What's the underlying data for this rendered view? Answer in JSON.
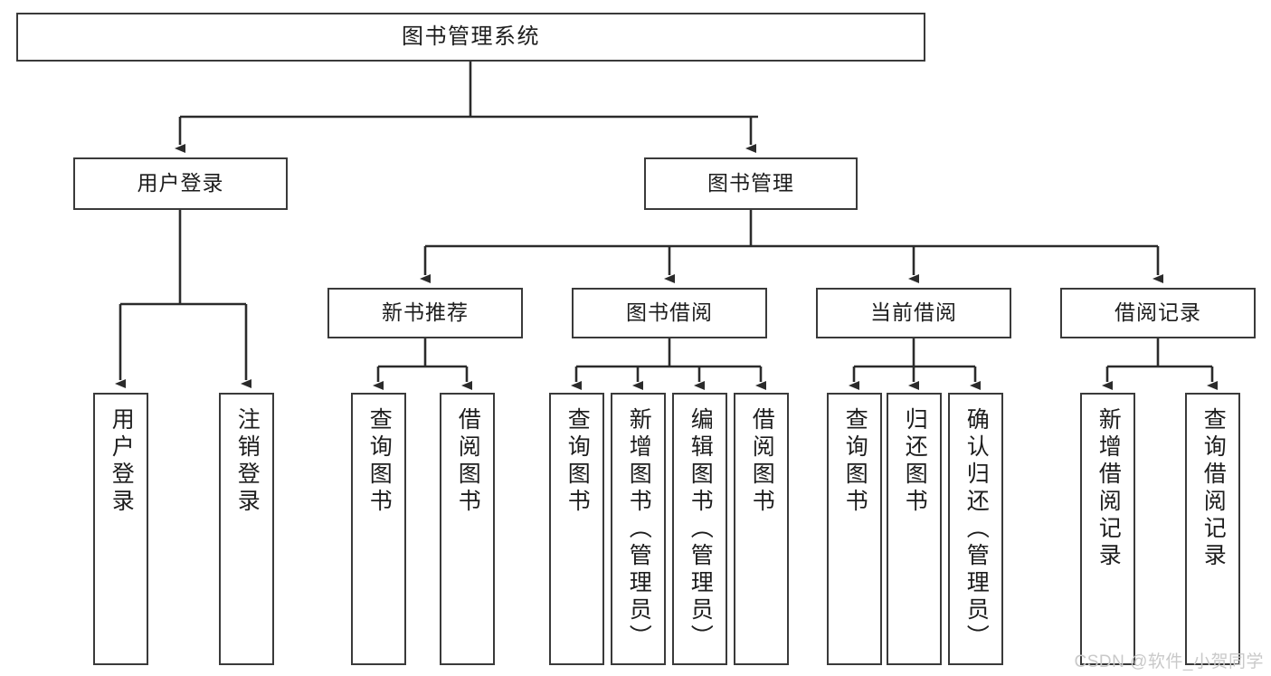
{
  "diagram": {
    "title": "图书管理系统",
    "type": "functional-structure-tree",
    "watermark": "CSDN @软件_小贺同学",
    "colors": {
      "box_border": "#3a3a3a",
      "box_fill": "#ffffff",
      "connector": "#2b2b2b",
      "text": "#1d1d1d",
      "watermark": "#c9c9c9"
    },
    "nodes": {
      "root": {
        "label": "图书管理系统"
      },
      "level2": [
        {
          "id": "user-login",
          "label": "用户登录"
        },
        {
          "id": "book-management",
          "label": "图书管理"
        }
      ],
      "level3": [
        {
          "id": "new-book-recommend",
          "label": "新书推荐"
        },
        {
          "id": "book-borrow",
          "label": "图书借阅"
        },
        {
          "id": "current-borrow",
          "label": "当前借阅"
        },
        {
          "id": "borrow-record",
          "label": "借阅记录"
        }
      ],
      "leaves": {
        "user_login": [
          {
            "id": "leaf-user-login",
            "label": "用户登录"
          },
          {
            "id": "leaf-logout-login",
            "label": "注销登录"
          }
        ],
        "new_book_recommend": [
          {
            "id": "leaf-query-book-1",
            "label": "查询图书"
          },
          {
            "id": "leaf-borrow-book-1",
            "label": "借阅图书"
          }
        ],
        "book_borrow": [
          {
            "id": "leaf-query-book-2",
            "label": "查询图书"
          },
          {
            "id": "leaf-add-book-admin",
            "label": "新增图书（管理员）"
          },
          {
            "id": "leaf-edit-book-admin",
            "label": "编辑图书（管理员）"
          },
          {
            "id": "leaf-borrow-book-2",
            "label": "借阅图书"
          }
        ],
        "current_borrow": [
          {
            "id": "leaf-query-book-3",
            "label": "查询图书"
          },
          {
            "id": "leaf-return-book",
            "label": "归还图书"
          },
          {
            "id": "leaf-confirm-return-admin",
            "label": "确认归还（管理员）"
          }
        ],
        "borrow_record": [
          {
            "id": "leaf-add-borrow-record",
            "label": "新增借阅记录"
          },
          {
            "id": "leaf-query-borrow-record",
            "label": "查询借阅记录"
          }
        ]
      }
    }
  }
}
